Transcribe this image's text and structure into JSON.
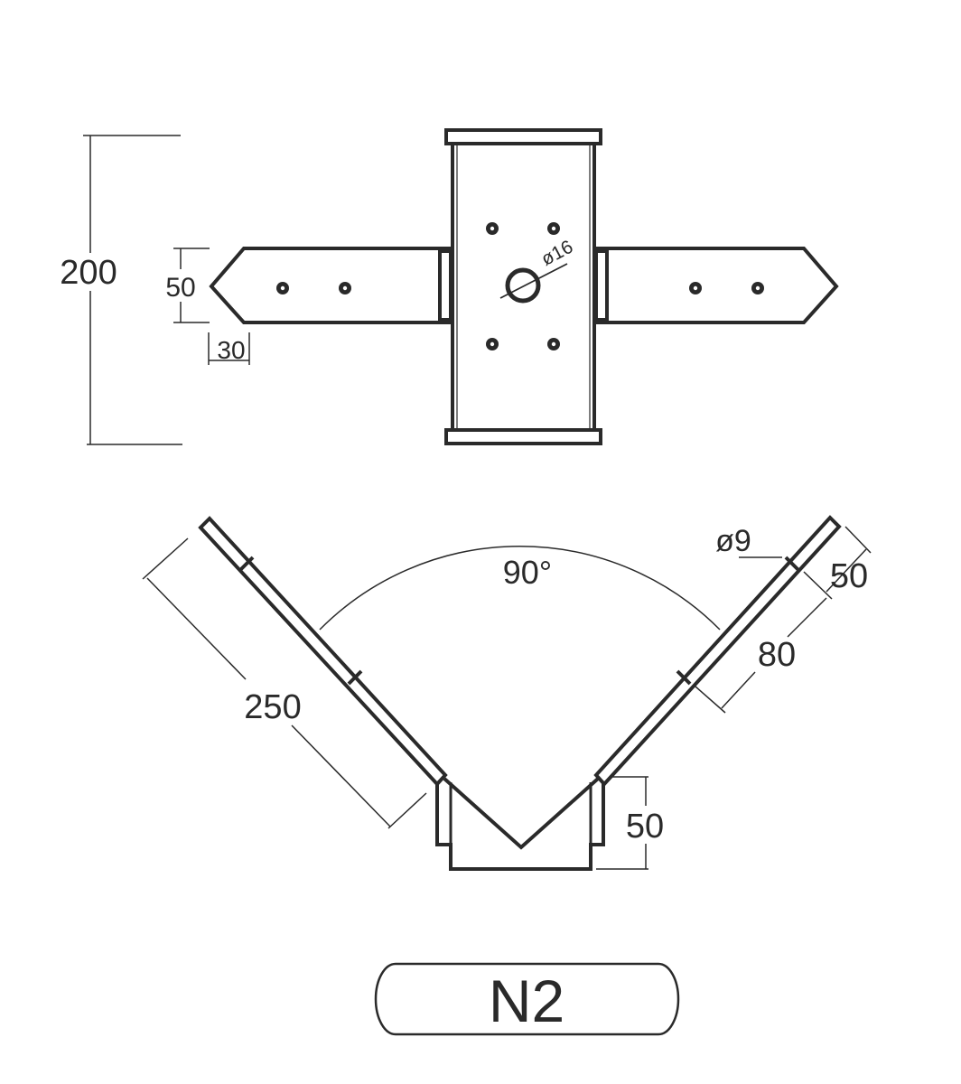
{
  "drawing": {
    "label": "N2",
    "colors": {
      "line": "#2a2a2a",
      "background": "#ffffff"
    }
  },
  "top_view": {
    "dim_height": "200",
    "dim_arm_width": "50",
    "dim_tip": "30",
    "dim_center_hole": "ø16"
  },
  "bottom_view": {
    "dim_angle": "90°",
    "dim_hole": "ø9",
    "dim_arm_length": "250",
    "dim_edge_offset": "50",
    "dim_hole_spacing": "80",
    "dim_base_height": "50"
  }
}
